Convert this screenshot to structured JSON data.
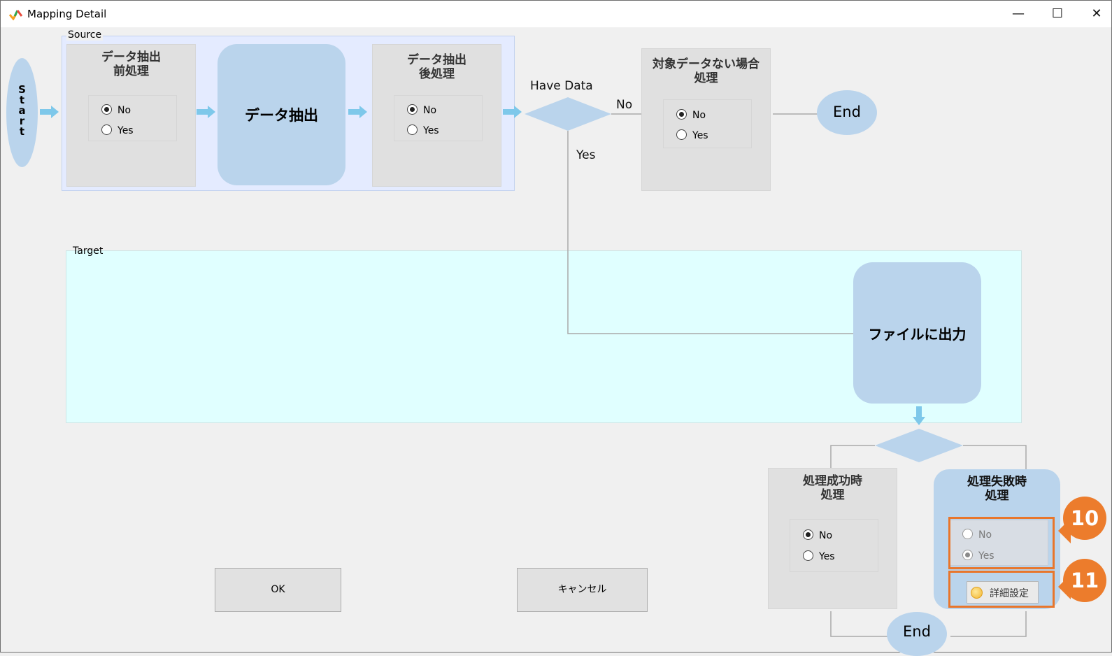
{
  "window": {
    "title": "Mapping Detail",
    "minimize_glyph": "—",
    "maximize_glyph": "☐",
    "close_glyph": "✕"
  },
  "source": {
    "group_label": "Source",
    "pre_process": {
      "title": "データ抽出\n前処理",
      "no": "No",
      "yes": "Yes",
      "selected": "No"
    },
    "extract": {
      "label": "データ抽出"
    },
    "post_process": {
      "title": "データ抽出\n後処理",
      "no": "No",
      "yes": "Yes",
      "selected": "No"
    }
  },
  "start": {
    "label": "S\nt\na\nr\nt"
  },
  "decision_have_data": {
    "label": "Have Data",
    "no_label": "No",
    "yes_label": "Yes"
  },
  "no_data_process": {
    "title": "対象データない場合\n処理",
    "no": "No",
    "yes": "Yes",
    "selected": "No"
  },
  "end_top": {
    "label": "End"
  },
  "target": {
    "group_label": "Target",
    "output": {
      "label": "ファイルに出力"
    }
  },
  "success_process": {
    "title": "処理成功時\n処理",
    "no": "No",
    "yes": "Yes",
    "selected": "No"
  },
  "failure_process": {
    "title": "処理失敗時\n処理",
    "no": "No",
    "yes": "Yes",
    "selected": "Yes",
    "detail_button": "詳細設定"
  },
  "end_bottom": {
    "label": "End"
  },
  "buttons": {
    "ok": "OK",
    "cancel": "キャンセル"
  },
  "callouts": {
    "radio_group": "10",
    "detail_button": "11"
  },
  "colors": {
    "accent": "#ec7c2c",
    "flow_blue": "#bad4ec",
    "arrow": "#7ec8ea"
  }
}
